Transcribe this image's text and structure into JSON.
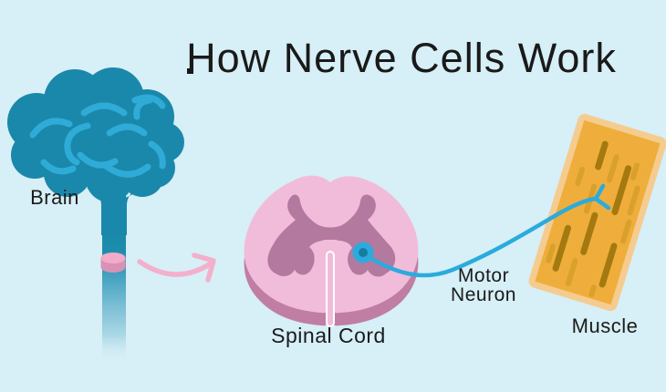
{
  "title": "How Nerve Cells Work",
  "labels": {
    "brain": "Brain",
    "spinal_cord": "Spinal Cord",
    "motor_neuron": "Motor Neuron",
    "muscle": "Muscle"
  },
  "colors": {
    "background": "#d7eff6",
    "brain": "#1a88ab",
    "brain_gyri": "#2fabd7",
    "disk_top": "#f3abc9",
    "disk_side": "#d992b5",
    "arrow": "#f3b0cc",
    "cord_outer": "#f1bcd9",
    "cord_side": "#c07ea4",
    "gray_matter": "#b3799f",
    "fissure_outline": "#ffffff",
    "neuron": "#2babdd",
    "neuron_center": "#177c9e",
    "axon": "#2babdd",
    "muscle_fill": "#efae3b",
    "muscle_border": "#f5cc90",
    "muscle_stripe_dark": "#a47a10",
    "muscle_stripe_light": "#d9a02c",
    "text": "#1b1b1b"
  }
}
